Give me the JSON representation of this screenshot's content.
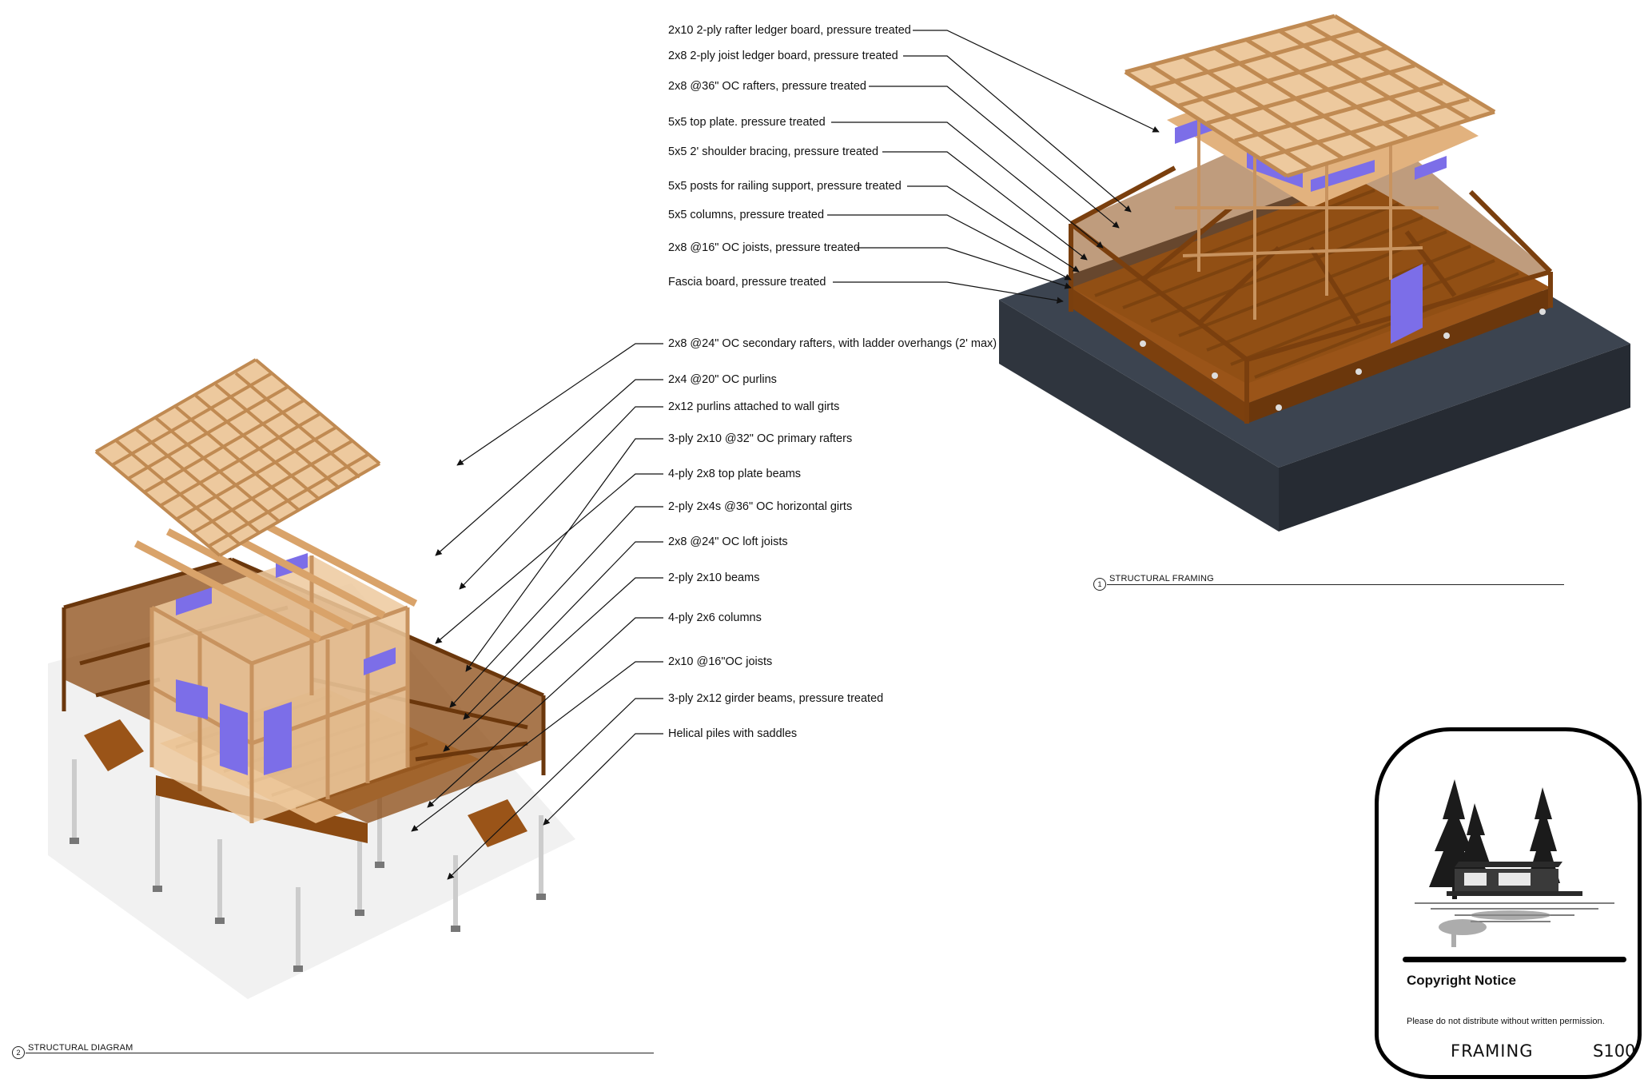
{
  "callouts": [
    "2x10 2-ply rafter ledger board, pressure treated",
    "2x8 2-ply joist ledger board, pressure treated",
    "2x8 @36\" OC rafters, pressure treated",
    "5x5 top plate. pressure treated",
    "5x5 2' shoulder bracing, pressure treated",
    "5x5 posts for railing support, pressure treated",
    "5x5 columns, pressure treated",
    "2x8 @16\" OC joists, pressure treated",
    "Fascia board, pressure treated",
    "2x8 @24\" OC secondary rafters, with ladder overhangs (2' max)",
    "2x4 @20\" OC purlins",
    "2x12 purlins attached to wall girts",
    "3-ply 2x10 @32\" OC primary rafters",
    "4-ply 2x8 top plate beams",
    "2-ply 2x4s @36\" OC horizontal girts",
    "2x8 @24\" OC loft joists",
    "2-ply 2x10 beams",
    "4-ply 2x6 columns",
    "2x10 @16\"OC joists",
    "3-ply 2x12 girder beams, pressure treated",
    "Helical piles with saddles"
  ],
  "views": [
    {
      "number": "1",
      "title": "STRUCTURAL FRAMING"
    },
    {
      "number": "2",
      "title": "STRUCTURAL DIAGRAM"
    }
  ],
  "title_block": {
    "heading": "Copyright Notice",
    "note": "Please do not distribute without written permission.",
    "sheet_name": "FRAMING",
    "sheet_number": "S100"
  },
  "colors": {
    "light_wood": "#e2b27e",
    "dark_wood": "#8b4a12",
    "glass": "#7c6ee8",
    "slab": "#3c4450",
    "ink": "#111111"
  }
}
